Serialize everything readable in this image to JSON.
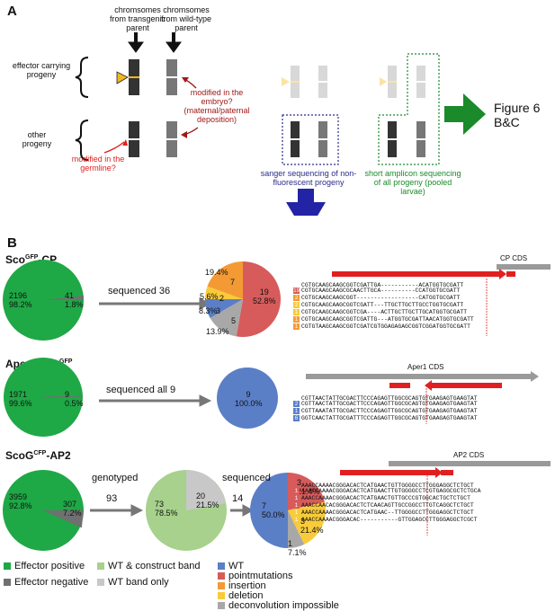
{
  "panel_a": {
    "letter": "A",
    "col_transgenic": "chromsomes from transgenic parent",
    "col_wildtype": "chromsomes from wild-type parent",
    "row_effector": "effector carrying progeny",
    "row_other": "other progeny",
    "note_embryo": "modified in the embryo? (maternal/paternal deposition)",
    "note_germline": "modified in the germline?",
    "sanger_label": "sanger sequencing of non-fluorescent progeny",
    "amplicon_label": "short amplicon sequencing of all progeny (pooled larvae)",
    "figure_ref": "Figure 6 B&C"
  },
  "panel_b": {
    "letter": "B",
    "rows": [
      {
        "name": "Sco",
        "sup": "GFP",
        "suffix": "-CP",
        "pie1": {
          "big": "2196",
          "big_pct": "98.2%",
          "small": "41",
          "small_pct": "1.8%"
        },
        "arrow_label": "sequenced 36",
        "cds_label": "CP CDS",
        "pie2_labels": [
          {
            "label": "19",
            "pct": "52.8%"
          },
          {
            "label": "5",
            "pct": "13.9%"
          },
          {
            "label": "3",
            "pct": "8.3%"
          },
          {
            "label": "2",
            "pct": "5.6%"
          },
          {
            "label": "7",
            "pct": "19.4%"
          }
        ],
        "seqs": [
          {
            "tag": "",
            "text": "CGTGCAAGCAAGCGGTCGATTGA-----------ACATGGTGCGATT"
          },
          {
            "tag": "19",
            "text": "CGTGCAAGCAAGCGCAACTTGCA----------CCATGGTGCGATT"
          },
          {
            "tag": "2",
            "text": "CGTGCAAGCAAGCGGT------------------CATGGTGCGATT"
          },
          {
            "tag": "2",
            "text": "CGTGCAAGCAAGCGGTCGATT---TTGCTTGCTTGCCTGGTGCGATT"
          },
          {
            "tag": "1",
            "text": "CGTGCAAGCAAGCGGTCGA----ACTTGCTTGCTTGCATGGTGCGATT"
          },
          {
            "tag": "1",
            "text": "CGTGCAAGCAAGCGGTCGATTG---ATGGTGCGATTAACATGGTGCGATT"
          },
          {
            "tag": "1",
            "text": "CGTGTAAGCAAGCGGTCGATCGTGGAGAGAGCGGTCGGATGGTGCGATT"
          }
        ]
      },
      {
        "name": "Aper1-Sco",
        "sup": "GFP",
        "suffix": "",
        "pie1": {
          "big": "1971",
          "big_pct": "99.6%",
          "small": "9",
          "small_pct": "0.5%"
        },
        "arrow_label": "sequenced all 9",
        "cds_label": "Aper1 CDS",
        "pie2_labels": [
          {
            "label": "9",
            "pct": "100.0%"
          }
        ],
        "seqs": [
          {
            "tag": "",
            "text": "CGTTAACTATTGCGACTTCCCAGAGTTGGCGCAGTGTGAAGAGTGAAGTAT"
          },
          {
            "tag": "2",
            "text": "CGTTAACTATTGCGACTTCCCAGAGTTGGCGCAGTGTGAAGAGTGAAGTAT"
          },
          {
            "tag": "1",
            "text": "CGTTAAATATTGCGACTTCCCAGAGTTGGCGCAGTGTGAAGAGTGAAGTAT"
          },
          {
            "tag": "6",
            "text": "GGTCAACTATTGCGATTTCCCAGAGTTGGCGCAGTGTGAAGAGTGAAGTAT"
          }
        ]
      },
      {
        "name": "ScoG",
        "sup": "CFP",
        "suffix": "-AP2",
        "pie1": {
          "big": "3959",
          "big_pct": "92.8%",
          "small": "307",
          "small_pct": "7.2%"
        },
        "arrow1_label": "genotyped",
        "arrow1_num": "93",
        "pie_mid": {
          "big": "73",
          "big_pct": "78.5%",
          "small": "20",
          "small_pct": "21.5%"
        },
        "arrow2_label": "sequenced",
        "arrow2_num": "14",
        "cds_label": "AP2 CDS",
        "pie2_labels": [
          {
            "label": "7",
            "pct": "50.0%"
          },
          {
            "label": "3",
            "pct": "21.4%"
          },
          {
            "label": "3",
            "pct": "21.4%"
          },
          {
            "label": "1",
            "pct": "7.1%"
          }
        ],
        "seqs": [
          {
            "tag": "",
            "text": "AAACCAAAACGGGACACTCATGAACTGTTGGGGCCTTGGGAGGCTCTGCT"
          },
          {
            "tag": "1",
            "text": "AAACCAAAACGGGACACTCATGAACTTGTGGGGCCTCGTGAGGCGCTCTGCA"
          },
          {
            "tag": "1",
            "text": "AAACCAAAACGGGACACTCATGAACTGTTGCCCGTGGCACTGCTCTGCT"
          },
          {
            "tag": "1",
            "text": "AAACCAACACGGGACACTCTCAACAGTTGCCGGCCTTGTCAGGCTCTGCT"
          },
          {
            "tag": "1",
            "text": "AAACCAAAACGGGACACTCATGAAC--TTGGGGCCTTGGGAGGCTCTGCT"
          },
          {
            "tag": "1",
            "text": "AAACCAAAACGGGACAC-----------GTTGGAGCCTTGGGAGGCTCGCT"
          }
        ]
      }
    ],
    "legend": {
      "left": [
        {
          "label": "Effector positive",
          "color": "#1fa846"
        },
        {
          "label": "Effector negative",
          "color": "#707070"
        }
      ],
      "mid": [
        {
          "label": "WT & construct band",
          "color": "#a7d18c"
        },
        {
          "label": "WT band only",
          "color": "#c8c8c8"
        }
      ],
      "right": [
        {
          "label": "WT",
          "color": "#5b7fc6"
        },
        {
          "label": "pointmutations",
          "color": "#d75b5b"
        },
        {
          "label": "insertion",
          "color": "#f39a35"
        },
        {
          "label": "deletion",
          "color": "#f8cb3a"
        },
        {
          "label": "deconvolution impossible",
          "color": "#a8a8a8"
        }
      ]
    },
    "pie_series": {
      "cp": [
        {
          "name": "pointmutations",
          "value": 19,
          "color": "#d75b5b"
        },
        {
          "name": "deconvolution impossible",
          "value": 5,
          "color": "#a8a8a8"
        },
        {
          "name": "WT",
          "value": 3,
          "color": "#5b7fc6"
        },
        {
          "name": "deletion",
          "value": 2,
          "color": "#f8cb3a"
        },
        {
          "name": "insertion",
          "value": 7,
          "color": "#f39a35"
        }
      ],
      "ap2": [
        {
          "name": "pointmutations",
          "value": 3,
          "color": "#d75b5b"
        },
        {
          "name": "deletion",
          "value": 3,
          "color": "#f8cb3a"
        },
        {
          "name": "deconvolution impossible",
          "value": 1,
          "color": "#a8a8a8"
        },
        {
          "name": "WT",
          "value": 7,
          "color": "#5b7fc6"
        }
      ]
    }
  }
}
